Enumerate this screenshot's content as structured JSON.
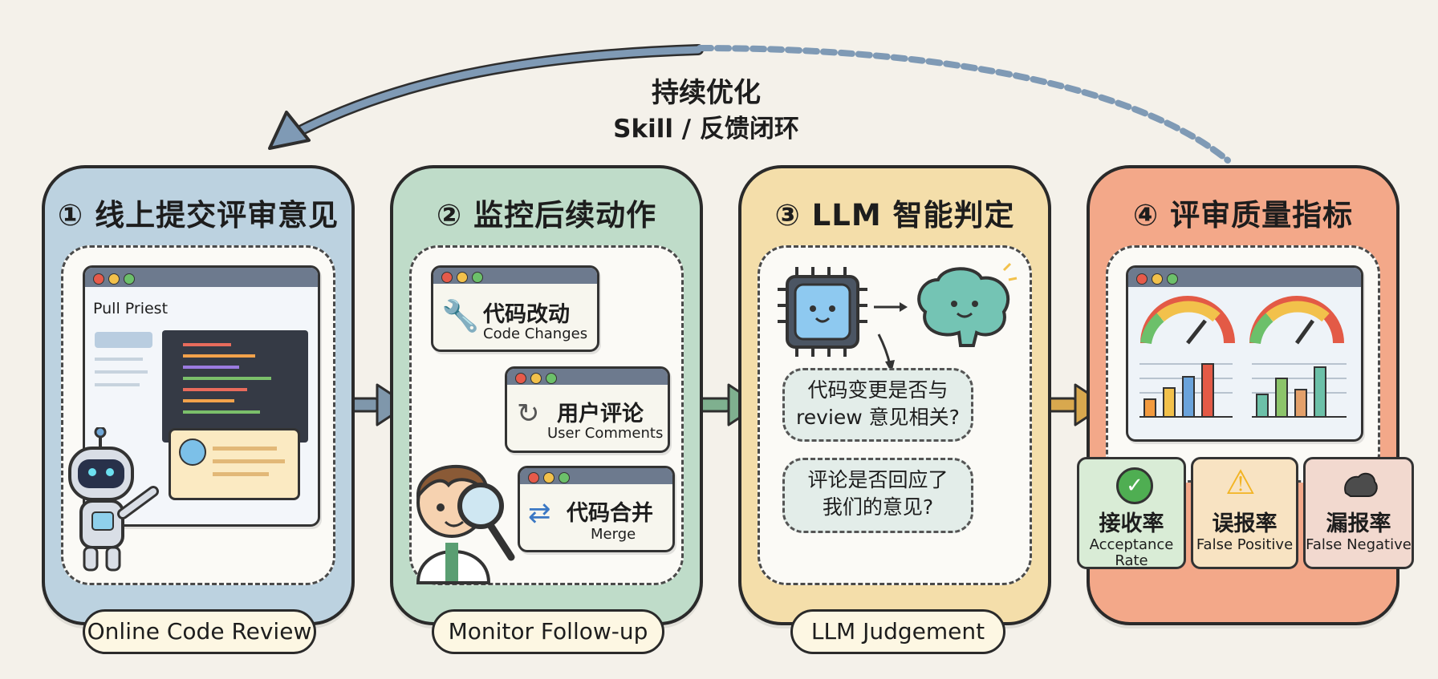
{
  "loop": {
    "title": "持续优化",
    "subtitle": "Skill / 反馈闭环"
  },
  "stages": [
    {
      "title": "① 线上提交评审意见",
      "label": "Online Code Review",
      "pr_title": "Pull Priest",
      "color": "#bcd2e0"
    },
    {
      "title": "② 监控后续动作",
      "label": "Monitor Follow-up",
      "color": "#bfdcc9",
      "cards": [
        {
          "zh": "代码改动",
          "en": "Code Changes",
          "icon": "wrench-icon"
        },
        {
          "zh": "用户评论",
          "en": "User Comments",
          "icon": "refresh-icon"
        },
        {
          "zh": "代码合并",
          "en": "Merge",
          "icon": "swap-arrows-icon"
        }
      ]
    },
    {
      "title": "③ LLM 智能判定",
      "label": "LLM Judgement",
      "color": "#f4deaa",
      "questions": [
        {
          "line1": "代码变更是否与",
          "line2": "review 意见相关?"
        },
        {
          "line1": "评论是否回应了",
          "line2": "我们的意见?"
        }
      ]
    },
    {
      "title": "④ 评审质量指标",
      "color": "#f3a889",
      "metrics": [
        {
          "zh": "接收率",
          "en1": "Acceptance",
          "en2": "Rate",
          "icon": "check-icon",
          "color": "#d9ecd6"
        },
        {
          "zh": "误报率",
          "en1": "False Positive",
          "en2": "",
          "icon": "warning-icon",
          "color": "#f8e3c2"
        },
        {
          "zh": "漏报率",
          "en1": "False Negative",
          "en2": "",
          "icon": "rock-icon",
          "color": "#f2d9cf"
        }
      ]
    }
  ]
}
